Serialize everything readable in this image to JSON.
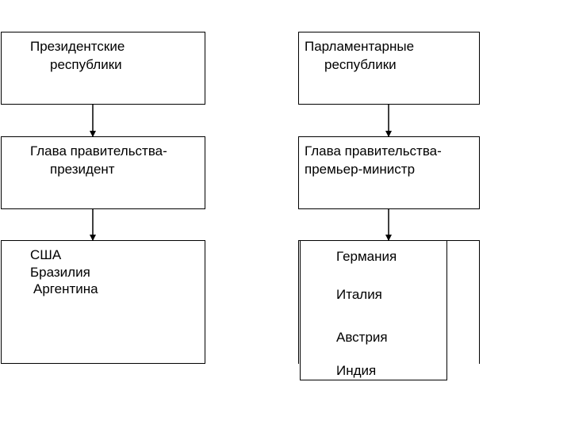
{
  "left_column": {
    "header": {
      "line1": "Президентские",
      "line2": "республики"
    },
    "head_of_government": {
      "line1": "Глава правительства-",
      "line2": "президент"
    },
    "countries": [
      "США",
      "Бразилия",
      "Аргентина"
    ]
  },
  "right_column": {
    "header": {
      "line1": "Парламентарные",
      "line2": "республики"
    },
    "head_of_government": {
      "line1": "Глава правительства-",
      "line2": "премьер-министр"
    },
    "countries": [
      "Германия",
      "Италия",
      "Австрия",
      "Индия"
    ]
  },
  "colors": {
    "line": "#000000",
    "background": "#ffffff"
  }
}
